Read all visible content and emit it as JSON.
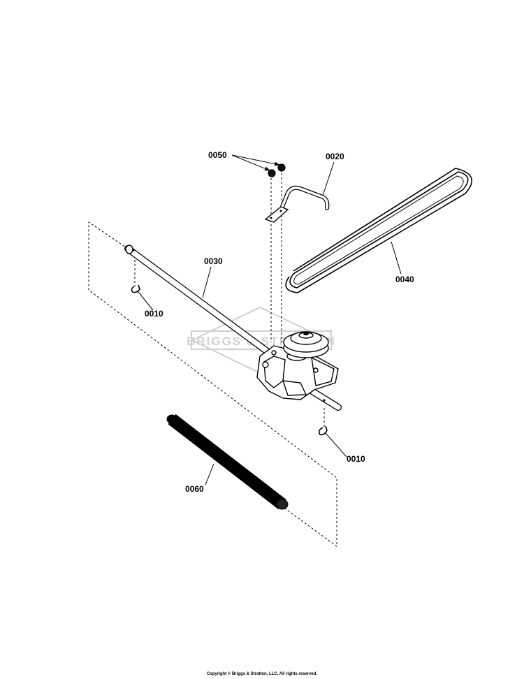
{
  "callouts": {
    "p0050": "0050",
    "p0020": "0020",
    "p0030": "0030",
    "p0040": "0040",
    "p0010a": "0010",
    "p0010b": "0010",
    "p0060": "0060"
  },
  "watermark": "BRIGGS & STRATTON",
  "copyright": "Copyright © Briggs & Stratton, LLC. All rights reserved."
}
